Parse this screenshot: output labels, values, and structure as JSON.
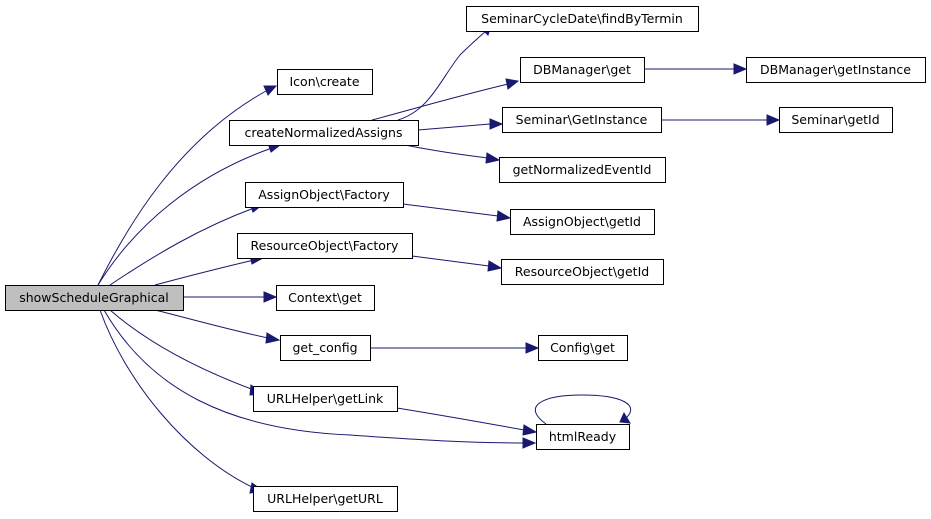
{
  "graph": {
    "nodes": {
      "show": "showScheduleGraphical",
      "icon_create": "Icon\\create",
      "create_norm": "createNormalizedAssigns",
      "assign_factory": "AssignObject\\Factory",
      "resource_factory": "ResourceObject\\Factory",
      "context_get": "Context\\get",
      "get_config": "get_config",
      "url_getlink": "URLHelper\\getLink",
      "url_geturl": "URLHelper\\getURL",
      "seminar_cycle": "SeminarCycleDate\\findByTermin",
      "db_get": "DBManager\\get",
      "seminar_getinstance": "Seminar\\GetInstance",
      "get_norm_event": "getNormalizedEventId",
      "assign_getid": "AssignObject\\getId",
      "resource_getid": "ResourceObject\\getId",
      "config_get": "Config\\get",
      "htmlready": "htmlReady",
      "db_getinstance": "DBManager\\getInstance",
      "seminar_getid": "Seminar\\getId"
    },
    "edges": [
      {
        "from": "show",
        "to": "icon_create"
      },
      {
        "from": "show",
        "to": "create_norm"
      },
      {
        "from": "show",
        "to": "assign_factory"
      },
      {
        "from": "show",
        "to": "resource_factory"
      },
      {
        "from": "show",
        "to": "context_get"
      },
      {
        "from": "show",
        "to": "get_config"
      },
      {
        "from": "show",
        "to": "url_getlink"
      },
      {
        "from": "show",
        "to": "htmlready"
      },
      {
        "from": "show",
        "to": "url_geturl"
      },
      {
        "from": "create_norm",
        "to": "seminar_cycle"
      },
      {
        "from": "create_norm",
        "to": "db_get"
      },
      {
        "from": "create_norm",
        "to": "seminar_getinstance"
      },
      {
        "from": "create_norm",
        "to": "get_norm_event"
      },
      {
        "from": "assign_factory",
        "to": "assign_getid"
      },
      {
        "from": "resource_factory",
        "to": "resource_getid"
      },
      {
        "from": "get_config",
        "to": "config_get"
      },
      {
        "from": "url_getlink",
        "to": "htmlready"
      },
      {
        "from": "htmlready",
        "to": "htmlready"
      },
      {
        "from": "db_get",
        "to": "db_getinstance"
      },
      {
        "from": "seminar_getinstance",
        "to": "seminar_getid"
      }
    ],
    "colors": {
      "edge": "#191970",
      "root_fill": "#bfbfbf",
      "node_fill": "#ffffff",
      "node_border": "#000000"
    }
  }
}
